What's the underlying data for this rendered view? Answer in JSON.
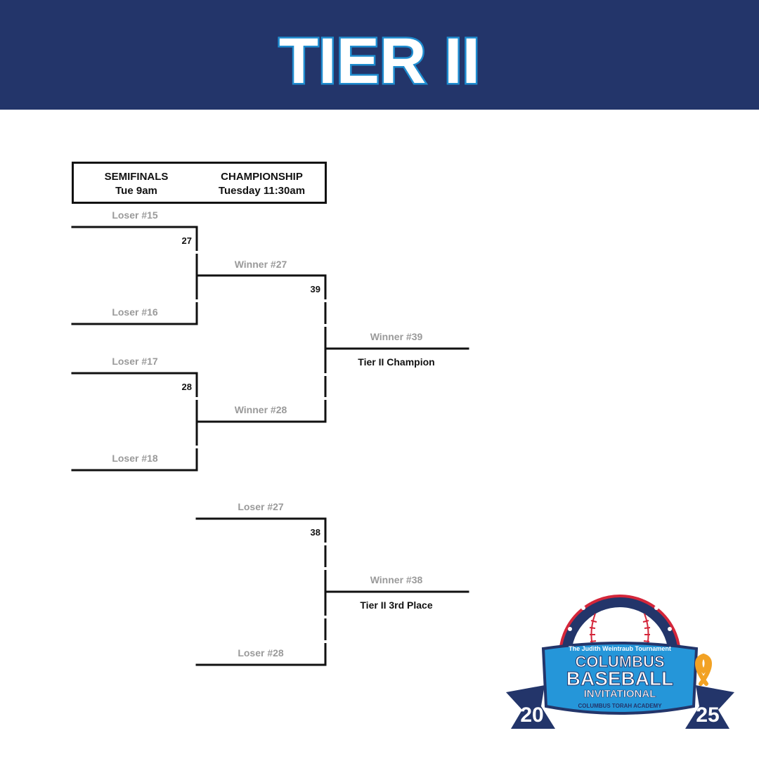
{
  "header": {
    "title": "TIER II"
  },
  "info_box": {
    "semifinals_label": "SEMIFINALS",
    "semifinals_time": "Tue 9am",
    "championship_label": "CHAMPIONSHIP",
    "championship_time": "Tuesday 11:30am"
  },
  "bracket": {
    "slots": {
      "loser_15": "Loser #15",
      "loser_16": "Loser #16",
      "loser_17": "Loser #17",
      "loser_18": "Loser #18",
      "winner_27": "Winner #27",
      "winner_28": "Winner #28",
      "winner_39": "Winner #39",
      "loser_27": "Loser #27",
      "loser_28": "Loser #28",
      "winner_38": "Winner #38"
    },
    "games": {
      "g27": "27",
      "g28": "28",
      "g39": "39",
      "g38": "38"
    },
    "results": {
      "champion": "Tier II Champion",
      "third_place": "Tier II 3rd Place"
    }
  },
  "logo": {
    "tournament": "The Judith Weintraub Tournament",
    "line1": "COLUMBUS",
    "line2": "BASEBALL",
    "line3": "INVITATIONAL",
    "academy": "COLUMBUS TORAH ACADEMY",
    "year_left": "20",
    "year_right": "25"
  },
  "colors": {
    "header_bg": "#23356a",
    "title_fill": "#ffffff",
    "title_outline": "#1f8dd0",
    "line": "#111111",
    "placeholder_text": "#9a9a9a",
    "ribbon_blue": "#2596d9",
    "navy": "#23356a",
    "stitch_red": "#d4263a",
    "awareness_ribbon": "#f2a224"
  }
}
